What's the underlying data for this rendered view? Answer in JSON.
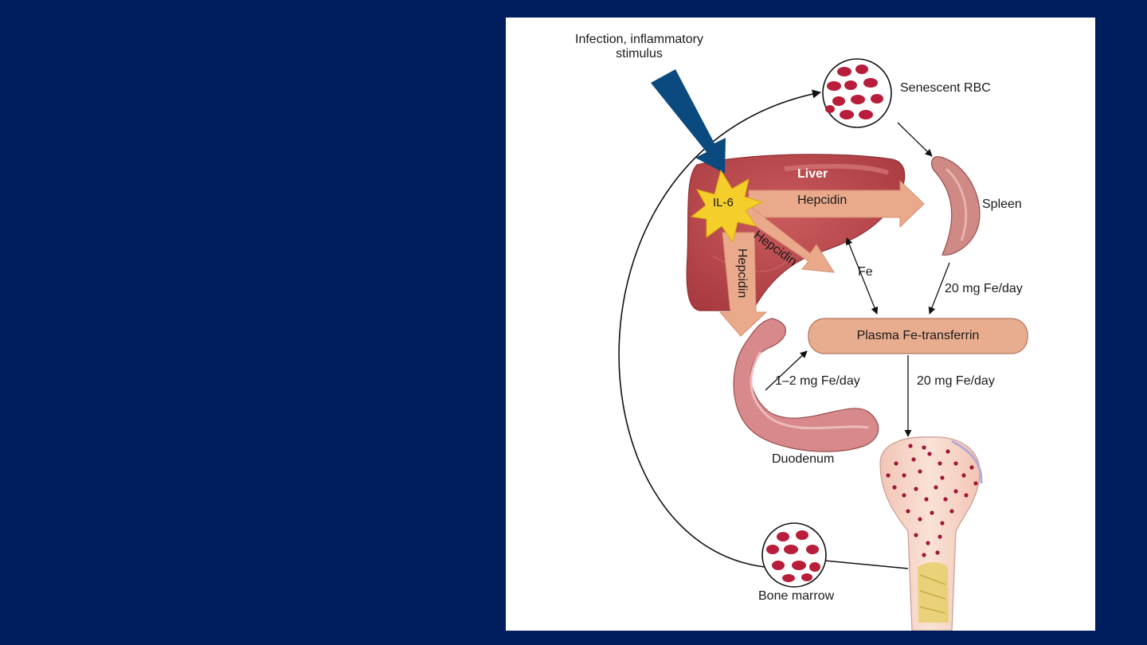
{
  "slide": {
    "background": "#001e5e"
  },
  "diagram": {
    "stimulus_line1": "Infection, inflammatory",
    "stimulus_line2": "stimulus",
    "senescent_rbc": "Senescent RBC",
    "liver": "Liver",
    "il6": "IL-6",
    "hepcidin_to_spleen": "Hepcidin",
    "hepcidin_to_plasma": "Hepcidin",
    "hepcidin_to_duodenum": "Hepcidin",
    "spleen": "Spleen",
    "fe": "Fe",
    "spleen_to_plasma": "20 mg Fe/day",
    "plasma": "Plasma Fe-transferrin",
    "duodenum_to_plasma": "1–2 mg Fe/day",
    "plasma_to_marrow": "20 mg Fe/day",
    "duodenum": "Duodenum",
    "bone_marrow": "Bone marrow"
  },
  "colors": {
    "liver": "#b8454a",
    "hepcidin_arrow": "#eba98c",
    "il6_star": "#f4cf2c",
    "stimulus_arrow": "#0b4a7e",
    "plasma_box": "#e8ac8e",
    "rbc": "#b81d3a"
  }
}
